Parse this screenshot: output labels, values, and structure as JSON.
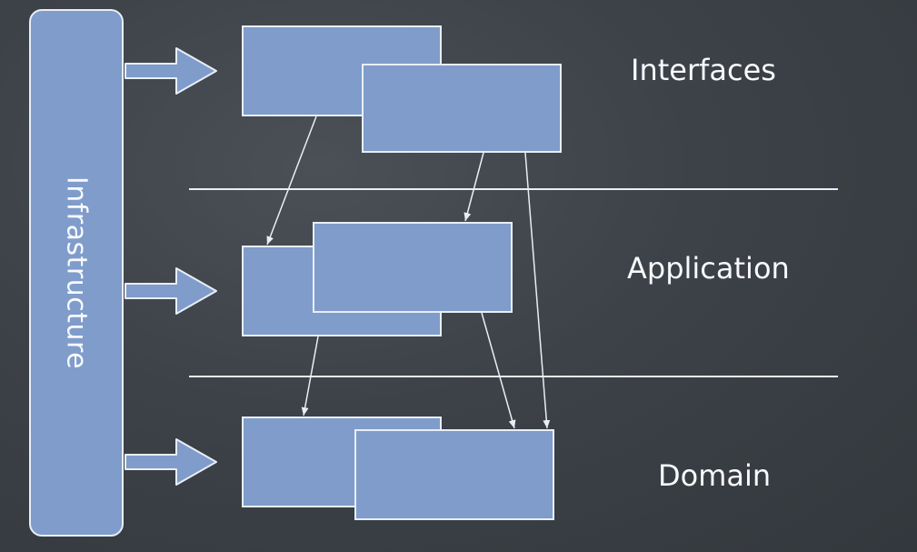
{
  "diagram": {
    "infrastructure_label": "Infrastructure",
    "layers": {
      "interfaces": "Interfaces",
      "application": "Application",
      "domain": "Domain"
    }
  },
  "colors": {
    "background": "#3a3f45",
    "box_fill": "#7f9ccb",
    "stroke": "#e8eef7"
  }
}
